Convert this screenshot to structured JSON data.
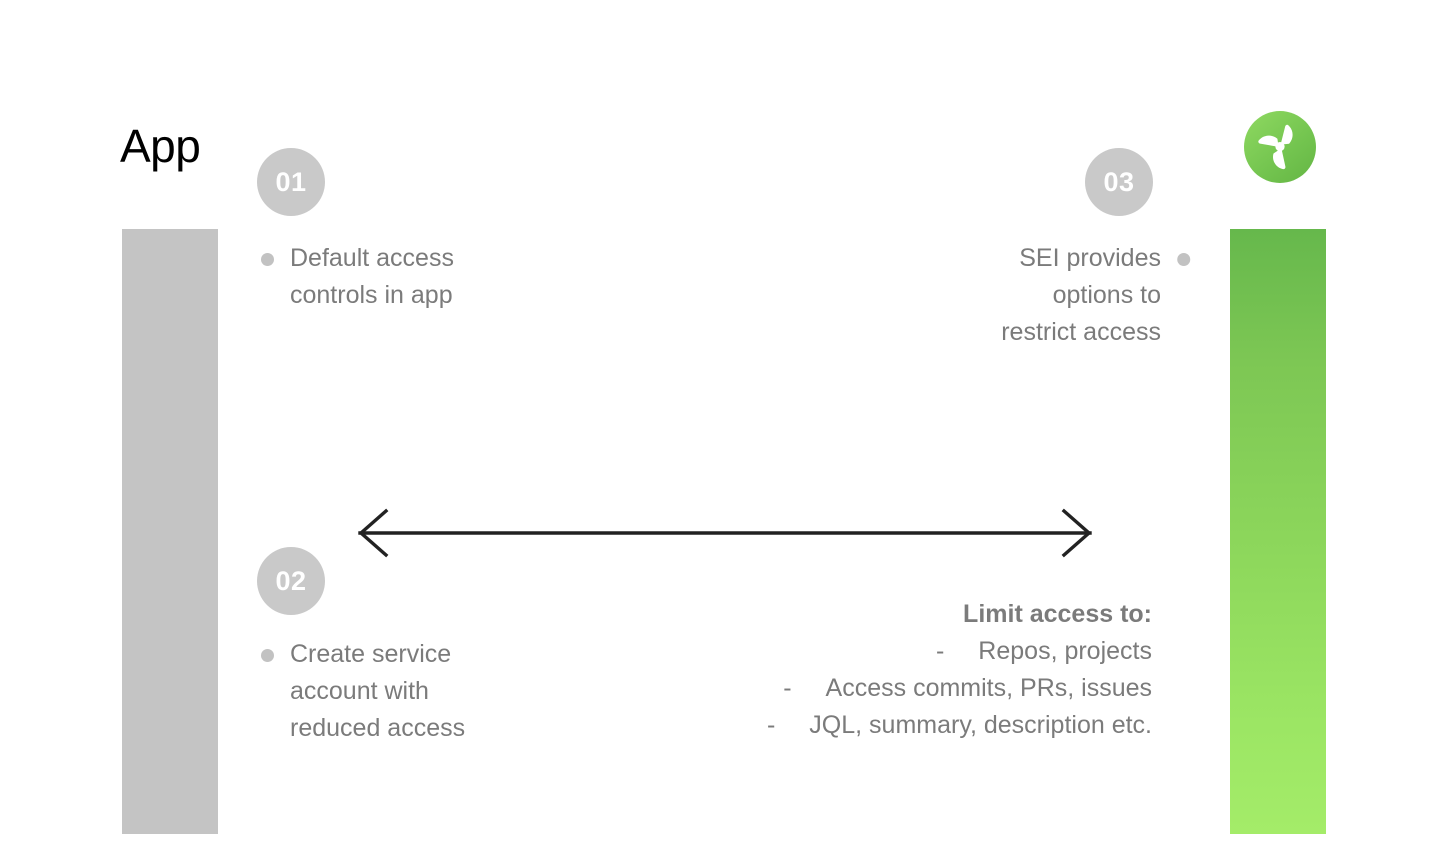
{
  "slide": {
    "title": "App",
    "background_color": "#ffffff"
  },
  "logo": {
    "name": "harness-propeller-logo",
    "circle_color_top": "#8fd961",
    "circle_color_bottom": "#64b544",
    "mark_color": "#ffffff"
  },
  "bars": {
    "left": {
      "label": "app-column-bar",
      "color": "#c4c4c4"
    },
    "right": {
      "label": "sei-column-bar",
      "color_top": "#66b84c",
      "color_bottom": "#a4ec69"
    }
  },
  "steps": [
    {
      "badge": "01",
      "text": "Default access\ncontrols in app",
      "align": "left"
    },
    {
      "badge": "02",
      "text": "Create service\naccount with\nreduced access",
      "align": "left"
    },
    {
      "badge": "03",
      "text": "SEI provides\noptions to\nrestrict access",
      "align": "right"
    }
  ],
  "arrow": {
    "name": "double-headed-arrow",
    "color": "#222222",
    "direction": "both"
  },
  "limit_access": {
    "title": "Limit access to:",
    "dash": "-",
    "items": [
      "Repos, projects",
      "Access commits, PRs, issues",
      "JQL, summary, description etc."
    ]
  },
  "colors": {
    "body_text": "#7b7b7b",
    "badge_bg": "#c9c9c9",
    "bullet_dot": "#c2c2c2",
    "title_text": "#000000"
  }
}
